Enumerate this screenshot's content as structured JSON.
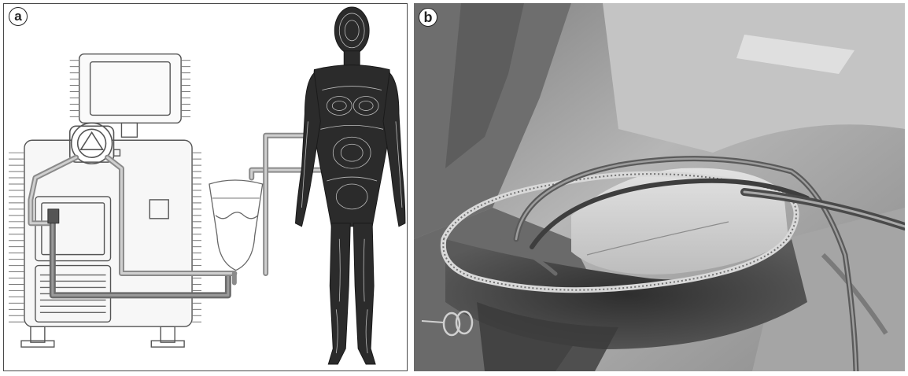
{
  "figure": {
    "panels": [
      {
        "label": "a",
        "content": "schematic-illustration",
        "elements": [
          "console-icon",
          "monitor-icon",
          "pump-head-icon",
          "reservoir-icon",
          "tubing-icon",
          "human-figure-icon"
        ]
      },
      {
        "label": "b",
        "content": "grayscale-photograph",
        "elements": [
          "surgical-drape",
          "retractor-ring",
          "tubing",
          "scissors-icon",
          "tissue"
        ]
      }
    ]
  },
  "colors": {
    "line_art": "#555555",
    "tube": "#9a9a9a",
    "tube_dark": "#6e6e6e",
    "figure_body": "#2b2b2b",
    "figure_contour": "#bdbdbd",
    "photo_drape": "#b4b4b4",
    "photo_dark": "#3d3d3d"
  }
}
